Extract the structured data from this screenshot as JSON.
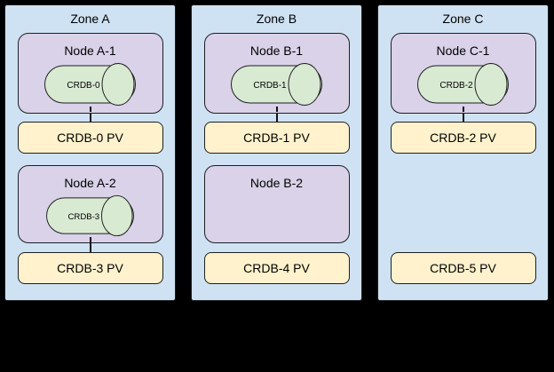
{
  "diagram": {
    "background_color": "#000000",
    "colors": {
      "zone_fill": "#cfe2f3",
      "node_fill": "#d9d2e9",
      "cylinder_fill": "#d9ead3",
      "pv_fill": "#fff2cc",
      "border": "#1f1f1f",
      "text": "#000000"
    },
    "zones": [
      {
        "label": "Zone A",
        "slots": [
          {
            "node": "Node A-1",
            "cylinder": "CRDB-0",
            "pv": "CRDB-0 PV",
            "connected": true
          },
          {
            "node": "Node A-2",
            "cylinder": "CRDB-3",
            "pv": "CRDB-3 PV",
            "connected": true
          }
        ]
      },
      {
        "label": "Zone B",
        "slots": [
          {
            "node": "Node B-1",
            "cylinder": "CRDB-1",
            "pv": "CRDB-1 PV",
            "connected": true
          },
          {
            "node": "Node B-2",
            "cylinder": null,
            "pv": "CRDB-4 PV",
            "connected": false
          }
        ]
      },
      {
        "label": "Zone C",
        "slots": [
          {
            "node": "Node C-1",
            "cylinder": "CRDB-2",
            "pv": "CRDB-2 PV",
            "connected": true
          },
          {
            "node": null,
            "cylinder": null,
            "pv": "CRDB-5 PV",
            "connected": false
          }
        ]
      }
    ]
  }
}
